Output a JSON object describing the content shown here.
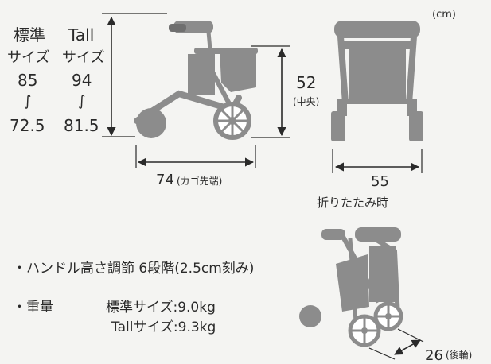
{
  "unit": "(cm)",
  "height_table": {
    "headers": [
      "標準",
      "Tall"
    ],
    "size_label": [
      "サイズ",
      "サイズ"
    ],
    "max": [
      "85",
      "94"
    ],
    "tilde": [
      "∫",
      "∫"
    ],
    "min": [
      "72.5",
      "81.5"
    ]
  },
  "seat_height": {
    "value": "52",
    "note": "(中央)"
  },
  "length": {
    "value": "74",
    "note": "(カゴ先端)"
  },
  "width": {
    "value": "55"
  },
  "folded_caption": "折りたたみ時",
  "folded_width": {
    "value": "26",
    "note": "(後輪)"
  },
  "specs": {
    "handle": "・ハンドル高さ調節 6段階(2.5cm刻み)",
    "weight_label": "・重量",
    "weight_standard": "標準サイズ:9.0kg",
    "weight_tall": "Tallサイズ:9.3kg"
  },
  "colors": {
    "illustration": "#8c8c8c",
    "dark": "#3a3a3a",
    "ink": "#2a2a2a",
    "background": "#f4f4f2"
  }
}
